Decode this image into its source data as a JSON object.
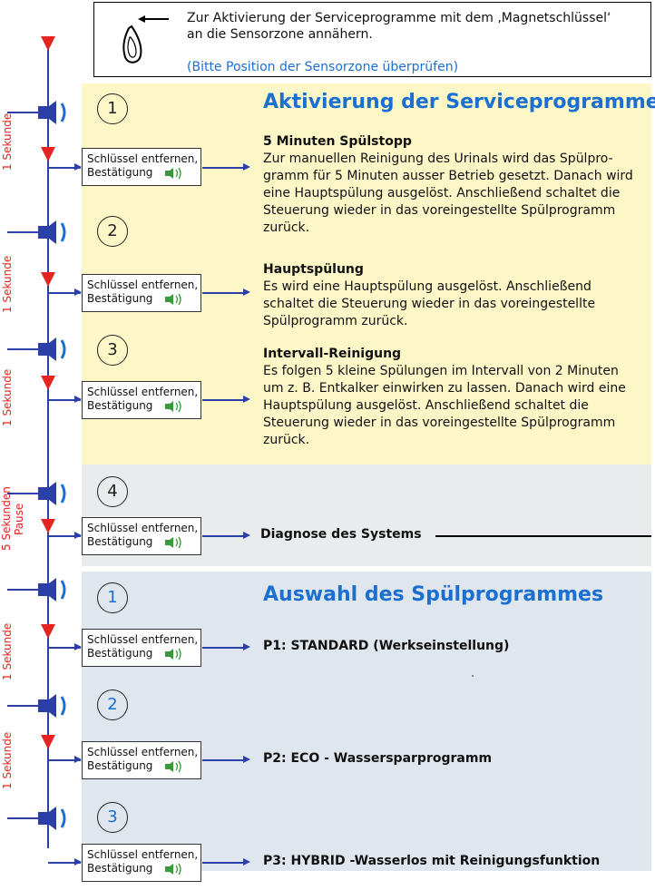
{
  "intro": {
    "line1": "Zur Aktivierung der Serviceprogramme mit dem ‚Magnetschlüssel‘",
    "line2": "an die Sensorzone annähern.",
    "line3": "(Bitte Position der Sensorzone überprüfen)"
  },
  "sections": {
    "service_title": "Aktivierung der Serviceprogramme",
    "program_title": "Auswahl des Spülprogrammes"
  },
  "steps_numbers": {
    "s1": "1",
    "s2": "2",
    "s3": "3",
    "s4": "4",
    "p1": "1",
    "p2": "2",
    "p3": "3"
  },
  "keybox": {
    "line1": "Schlüssel entfernen,",
    "line2": "Bestätigung"
  },
  "timing": {
    "one_second": "1 Sekunde",
    "five_seconds": "5 Sekunden",
    "pause": "Pause"
  },
  "services": [
    {
      "title": "5 Minuten Spülstopp",
      "text": [
        "Zur manuellen Reinigung des Urinals wird das Spülpro-",
        "gramm für 5 Minuten ausser Betrieb gesetzt. Danach wird",
        "eine Hauptspülung ausgelöst. Anschließend schaltet die",
        "Steuerung wieder in das voreingestellte Spülprogramm",
        "zurück."
      ]
    },
    {
      "title": "Hauptspülung",
      "text": [
        "Es wird eine Hauptspülung ausgelöst. Anschließend",
        "schaltet die Steuerung wieder in das voreingestellte",
        "Spülprogramm zurück."
      ]
    },
    {
      "title": "Intervall-Reinigung",
      "text": [
        "Es folgen 5 kleine Spülungen im Intervall von 2 Minuten",
        "um z. B. Entkalker einwirken zu lassen. Danach wird eine",
        "Hauptspülung ausgelöst. Anschließend schaltet die",
        "Steuerung wieder in das voreingestellte Spülprogramm",
        "zurück."
      ]
    }
  ],
  "diagnose": "Diagnose des Systems",
  "programs": {
    "p1": "P1:  STANDARD (Werkseinstellung)",
    "p2": "P2:  ECO -  Wassersparprogramm",
    "p3": "P3:  HYBRID -Wasserlos mit Reinigungsfunktion"
  },
  "colors": {
    "yellow_panel": "#fdf7c8",
    "grey_panel": "#e9ebec",
    "blue_panel": "#dfe6ee",
    "accent_blue": "#1a6fd0",
    "line_blue": "#2c3fa8",
    "timing_red": "#e52320"
  },
  "icons": {
    "magnet_key": "magnet-key-icon",
    "sensor": "sensor-signal-icon",
    "speaker": "speaker-icon"
  }
}
